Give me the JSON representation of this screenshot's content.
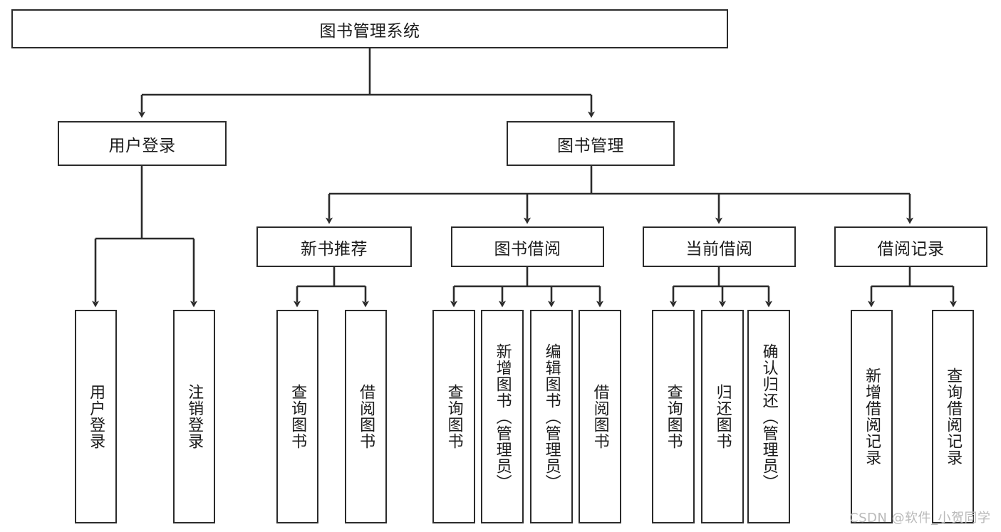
{
  "diagram": {
    "title": "图书管理系统",
    "root": {
      "label": "图书管理系统"
    },
    "level2": [
      {
        "label": "用户登录"
      },
      {
        "label": "图书管理"
      }
    ],
    "level3": [
      {
        "label": "新书推荐"
      },
      {
        "label": "图书借阅"
      },
      {
        "label": "当前借阅"
      },
      {
        "label": "借阅记录"
      }
    ],
    "leaves": {
      "user_login": [
        {
          "label": "用户登录"
        },
        {
          "label": "注销登录"
        }
      ],
      "new_book": [
        {
          "label": "查询图书"
        },
        {
          "label": "借阅图书"
        }
      ],
      "borrow": [
        {
          "label": "查询图书"
        },
        {
          "label": "新增图书（管理员）"
        },
        {
          "label": "编辑图书（管理员）"
        },
        {
          "label": "借阅图书"
        }
      ],
      "current": [
        {
          "label": "查询图书"
        },
        {
          "label": "归还图书"
        },
        {
          "label": "确认归还（管理员）"
        }
      ],
      "records": [
        {
          "label": "新增借阅记录"
        },
        {
          "label": "查询借阅记录"
        }
      ]
    }
  },
  "watermark": {
    "text": "CSDN @软件_小贺同学"
  },
  "colors": {
    "stroke": "#2b2b2b",
    "background": "#ffffff",
    "text": "#1b1b1b",
    "watermark": "#b9b9b9"
  }
}
